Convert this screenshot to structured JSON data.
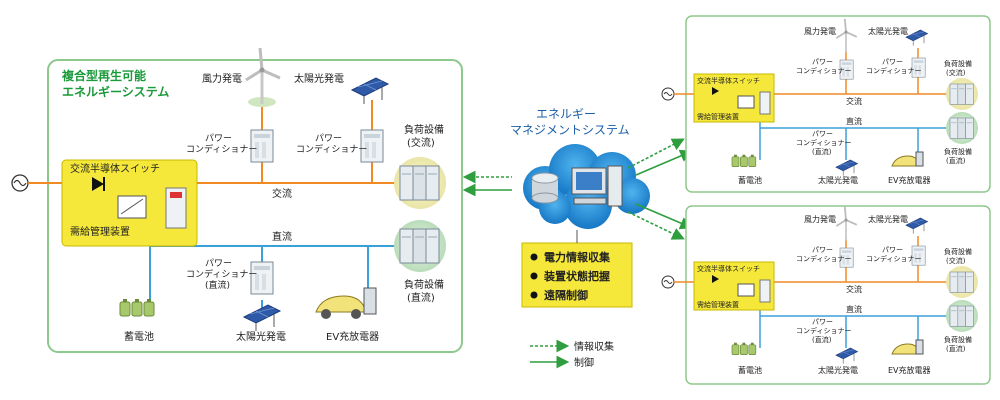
{
  "main_system": {
    "title_line1": "複合型再生可能",
    "title_line2": "エネルギーシステム",
    "wind": "風力発電",
    "solar": "太陽光発電",
    "pcs_l1": "パワー",
    "pcs_l2": "コンディショナー",
    "pcs_dc_l3": "(直流)",
    "switch": "交流半導体スイッチ",
    "manager": "需給管理装置",
    "ac": "交流",
    "dc": "直流",
    "load_ac_l1": "負荷設備",
    "load_ac_l2": "(交流)",
    "load_dc_l1": "負荷設備",
    "load_dc_l2": "(直流)",
    "battery": "蓄電池",
    "solar_dc": "太陽光発電",
    "ev": "EV充放電器"
  },
  "ems": {
    "title_line1": "エネルギー",
    "title_line2": "マネジメントシステム",
    "functions": [
      "電力情報収集",
      "装置状態把握",
      "遠隔制御"
    ]
  },
  "legend": {
    "info": "情報収集",
    "control": "制御"
  },
  "colors": {
    "ac_line": "#f08a24",
    "dc_line": "#3aa0d8",
    "frame": "#8dc88d",
    "yellow": "#f5e83a",
    "info_arrow": "#2e9e3e"
  }
}
